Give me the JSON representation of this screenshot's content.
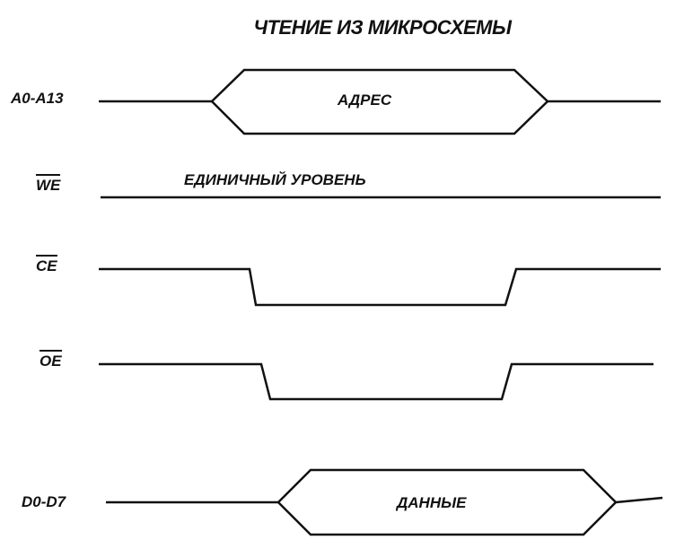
{
  "title": "ЧТЕНИЕ ИЗ МИКРОСХЕМЫ",
  "signals": {
    "address": {
      "label": "A0-A13",
      "bus_text": "АДРЕС"
    },
    "we": {
      "label": "WE",
      "annotation": "ЕДИНИЧНЫЙ УРОВЕНЬ"
    },
    "ce": {
      "label": "CE"
    },
    "oe": {
      "label": "OE"
    },
    "data": {
      "label": "D0-D7",
      "bus_text": "ДАННЫЕ"
    }
  }
}
